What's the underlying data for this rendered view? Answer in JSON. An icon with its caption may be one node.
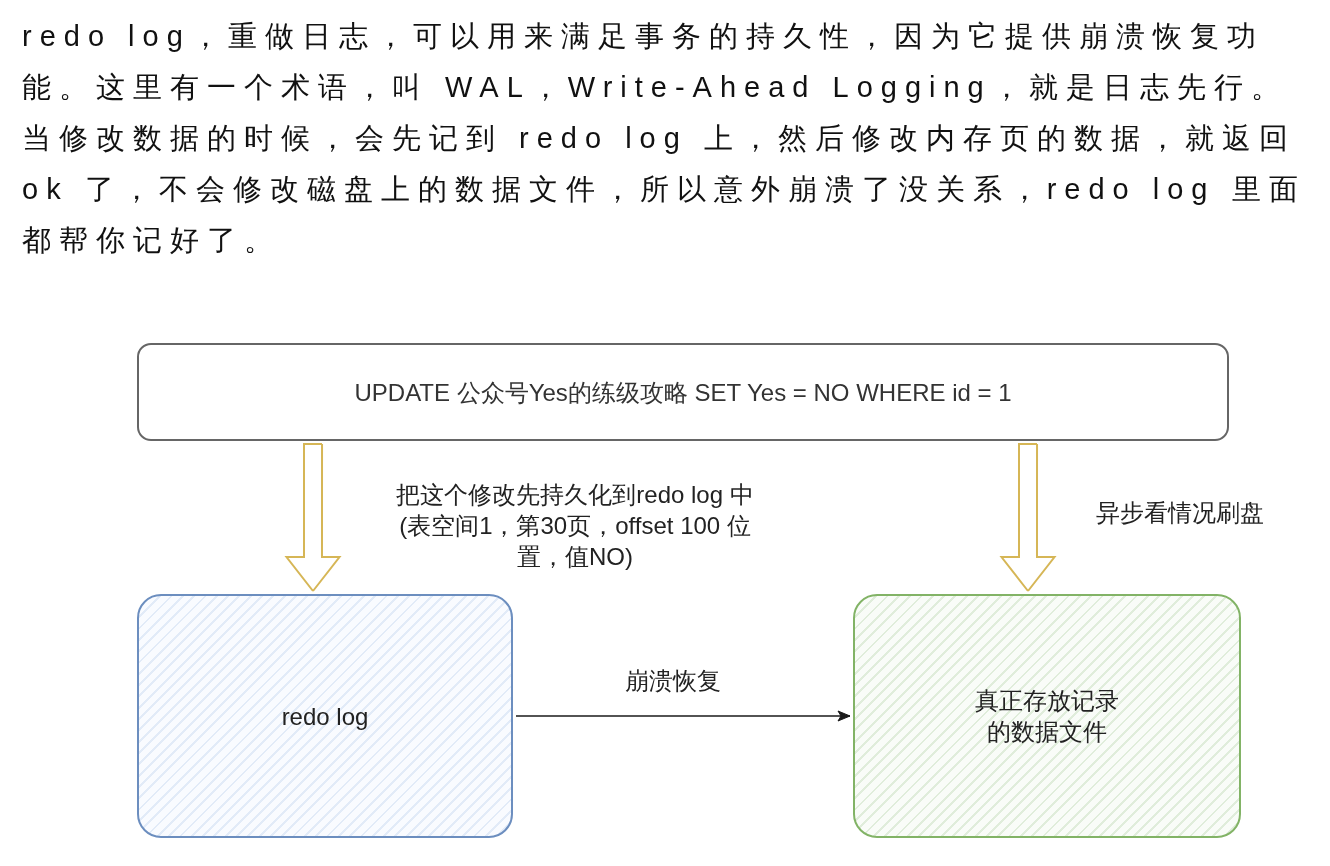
{
  "diagram": {
    "nodes": [
      {
        "text": [
          "UPDATE 公众号Yes的练级攻略 SET Yes = NO WHERE id = 1"
        ]
      },
      {
        "text": [
          "redo log"
        ]
      },
      {
        "text": [
          "真正存放记录的数据文件"
        ]
      }
    ],
    "edges": [
      {
        "from": 0,
        "to": 1,
        "arrow": "to",
        "label": "把这个修改先持久化到redo log 中 (表空间1，第30页，offset 100 位置，值NO)",
        "color": "#d6b656"
      },
      {
        "from": 0,
        "to": 2,
        "arrow": "to",
        "label": "异步看情况刷盘",
        "color": "#d6b656"
      },
      {
        "from": 1,
        "to": 2,
        "arrow": "to",
        "label": "崩溃恢复",
        "color": "#1a1a1a"
      }
    ],
    "labels": [
      "redo log，重做日志，可以用来满足事务的持久性，因为它提供崩溃恢复功能。这里有一个术语，叫 WAL，Write-Ahead Logging，就是日志先行。当修改数据的时候，会先记到 redo log 上，然后修改内存页的数据，就返回 ok 了，不会修改磁盘上的数据文件，所以意外崩溃了没关系，redo log 里面都帮你记好了。"
    ]
  }
}
